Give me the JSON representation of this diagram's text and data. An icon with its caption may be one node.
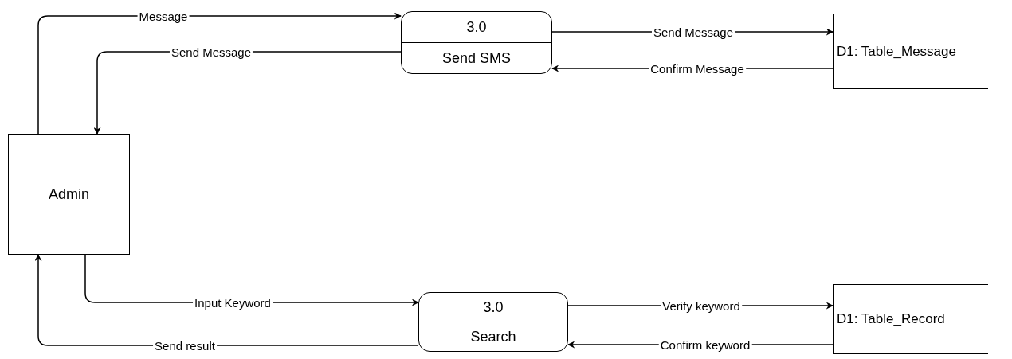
{
  "diagram": {
    "nodes": [
      {
        "text": [
          "Admin"
        ]
      },
      {
        "text": [
          "3.0",
          "Send SMS"
        ]
      },
      {
        "text": [
          "D1: Table_Message"
        ]
      },
      {
        "text": [
          "3.0",
          "Search"
        ]
      },
      {
        "text": [
          "D1: Table_Record"
        ]
      }
    ],
    "edges": [
      {
        "from": 0,
        "to": 1,
        "arrow": "to",
        "label": "Message"
      },
      {
        "from": 1,
        "to": 0,
        "arrow": "to",
        "label": "Send Message"
      },
      {
        "from": 1,
        "to": 2,
        "arrow": "to",
        "label": "Send Message"
      },
      {
        "from": 2,
        "to": 1,
        "arrow": "to",
        "label": "Confirm Message"
      },
      {
        "from": 0,
        "to": 3,
        "arrow": "to",
        "label": "Input Keyword"
      },
      {
        "from": 3,
        "to": 0,
        "arrow": "to",
        "label": "Send result"
      },
      {
        "from": 3,
        "to": 4,
        "arrow": "to",
        "label": "Verify keyword"
      },
      {
        "from": 4,
        "to": 3,
        "arrow": "to",
        "label": "Confirm keyword"
      }
    ]
  }
}
